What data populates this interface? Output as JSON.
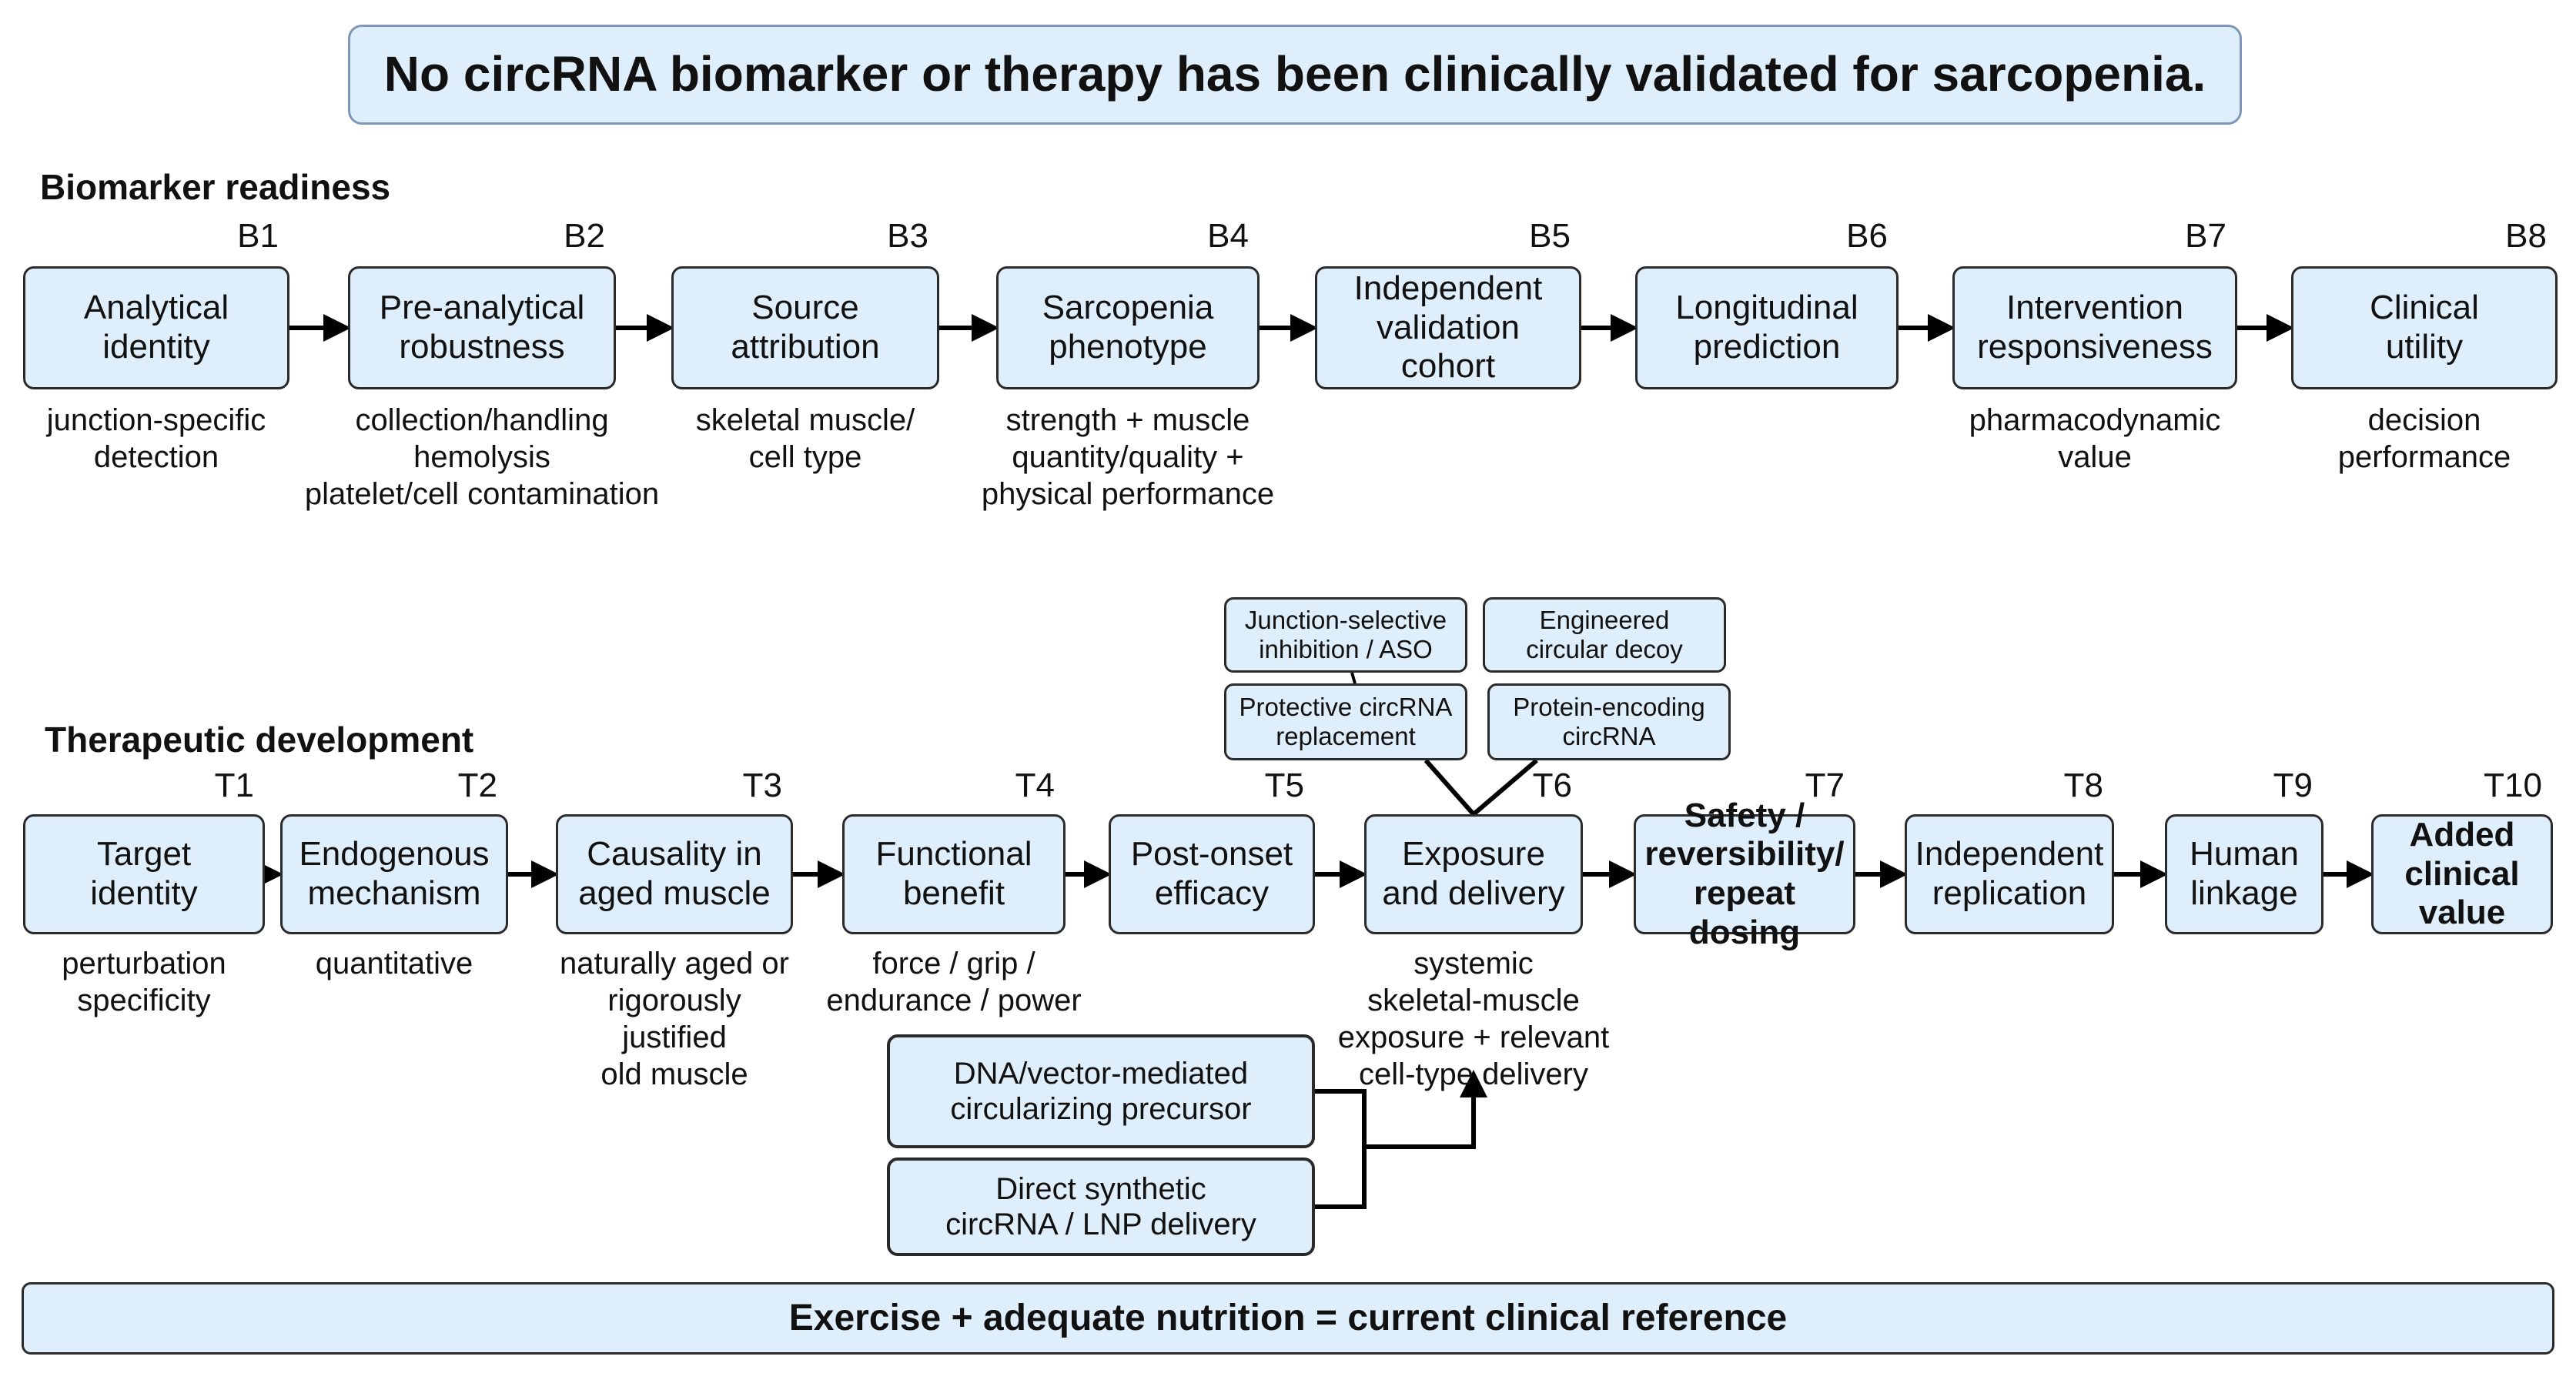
{
  "header": {
    "text": "No circRNA biomarker or therapy has been clinically validated for sarcopenia."
  },
  "footer": {
    "text": "Exercise + adequate nutrition = current clinical reference"
  },
  "biomarker": {
    "title": "Biomarker readiness",
    "steps": [
      {
        "id": "B1",
        "name": "Analytical\nidentity",
        "note": "junction-specific\ndetection"
      },
      {
        "id": "B2",
        "name": "Pre-analytical\nrobustness",
        "note": "collection/handling\nhemolysis\nplatelet/cell contamination"
      },
      {
        "id": "B3",
        "name": "Source\nattribution",
        "note": "skeletal muscle/\ncell type"
      },
      {
        "id": "B4",
        "name": "Sarcopenia\nphenotype",
        "note": "strength + muscle\nquantity/quality +\nphysical performance"
      },
      {
        "id": "B5",
        "name": "Independent\nvalidation\ncohort",
        "note": ""
      },
      {
        "id": "B6",
        "name": "Longitudinal\nprediction",
        "note": ""
      },
      {
        "id": "B7",
        "name": "Intervention\nresponsiveness",
        "note": "pharmacodynamic\nvalue"
      },
      {
        "id": "B8",
        "name": "Clinical\nutility",
        "note": "decision\nperformance"
      }
    ]
  },
  "therapeutic": {
    "title": "Therapeutic development",
    "steps": [
      {
        "id": "T1",
        "name": "Target\nidentity",
        "note": "perturbation\nspecificity"
      },
      {
        "id": "T2",
        "name": "Endogenous\nmechanism",
        "note": "quantitative"
      },
      {
        "id": "T3",
        "name": "Causality in\naged muscle",
        "note": "naturally aged or\nrigorously\njustified\nold muscle"
      },
      {
        "id": "T4",
        "name": "Functional\nbenefit",
        "note": "force / grip /\nendurance / power"
      },
      {
        "id": "T5",
        "name": "Post-onset\nefficacy",
        "note": ""
      },
      {
        "id": "T6",
        "name": "Exposure\nand delivery",
        "note": "systemic\nskeletal-muscle\nexposure + relevant\ncell-type delivery"
      },
      {
        "id": "T7",
        "name": "Safety /\nreversibility/\nrepeat dosing",
        "note": ""
      },
      {
        "id": "T8",
        "name": "Independent\nreplication",
        "note": ""
      },
      {
        "id": "T9",
        "name": "Human\nlinkage",
        "note": ""
      },
      {
        "id": "T10",
        "name": "Added\nclinical\nvalue",
        "note": ""
      }
    ],
    "modalities": [
      {
        "name": "Junction-selective\ninhibition / ASO"
      },
      {
        "name": "Engineered\ncircular decoy"
      },
      {
        "name": "Protective circRNA\nreplacement"
      },
      {
        "name": "Protein-encoding\ncircRNA"
      }
    ],
    "delivery": [
      {
        "name": "DNA/vector-mediated\ncircularizing precursor"
      },
      {
        "name": "Direct synthetic\ncircRNA / LNP delivery"
      }
    ]
  }
}
